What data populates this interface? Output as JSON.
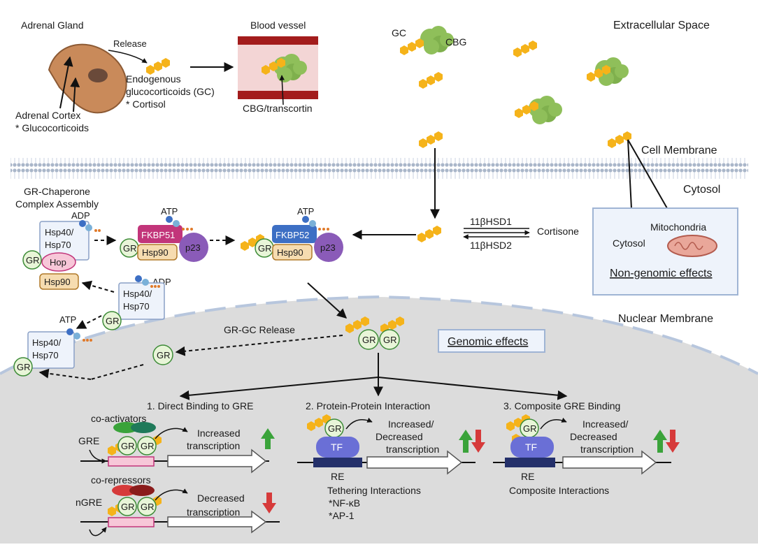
{
  "regions": {
    "extracellular": "Extracellular Space",
    "cell_membrane": "Cell Membrane",
    "cytosol": "Cytosol",
    "nuclear_membrane": "Nuclear Membrane"
  },
  "top": {
    "adrenal_gland": "Adrenal Gland",
    "release": "Release",
    "blood_vessel": "Blood vessel",
    "gc_line1": "Endogenous",
    "gc_line2": "glucocorticoids (GC)",
    "gc_line3": "* Cortisol",
    "cbg_transcortin": "CBG/transcortin",
    "adrenal_cortex": "Adrenal Cortex",
    "glucocorticoids": "* Glucocorticoids",
    "gc": "GC",
    "cbg": "CBG"
  },
  "chaperone": {
    "title1": "GR-Chaperone",
    "title2": "Complex Assembly",
    "adp": "ADP",
    "atp": "ATP",
    "hsp40": "Hsp40/",
    "hsp70": "Hsp70",
    "hop": "Hop",
    "hsp90": "Hsp90",
    "gr": "GR",
    "fkbp51": "FKBP51",
    "fkbp52": "FKBP52",
    "p23": "p23"
  },
  "metabolism": {
    "enzyme1": "11βHSD1",
    "enzyme2": "11βHSD2",
    "cortisone": "Cortisone"
  },
  "nongenomic": {
    "cytosol": "Cytosol",
    "mitochondria": "Mitochondria",
    "title": "Non-genomic effects"
  },
  "genomic": {
    "release": "GR-GC Release",
    "title": "Genomic effects",
    "mech1": "1. Direct Binding to GRE",
    "mech2": "2. Protein-Protein Interaction",
    "mech3": "3. Composite GRE Binding",
    "coactivators": "co-activators",
    "corepressors": "co-repressors",
    "gre": "GRE",
    "ngre": "nGRE",
    "increased": "Increased",
    "decreased": "Decreased",
    "transcription": "transcription",
    "incdec1": "Increased/",
    "incdec2": "Decreased",
    "tf": "TF",
    "re": "RE",
    "tethering": "Tethering Interactions",
    "nfkb": "*NF-κB",
    "ap1": "*AP-1",
    "composite": "Composite Interactions"
  },
  "colors": {
    "hormone": "#f5b31a",
    "cbg": "#8fbf5a",
    "gr_fill": "#e8f5d8",
    "gr_stroke": "#3d8b37",
    "hsp_fill": "#eef3fb",
    "hsp90_fill": "#f6dcb0",
    "fkbp51": "#c2357a",
    "fkbp52": "#3d6fc4",
    "p23": "#8a5bb8",
    "tf": "#6a6fd6",
    "up": "#3aa33a",
    "down": "#d63a3a"
  }
}
